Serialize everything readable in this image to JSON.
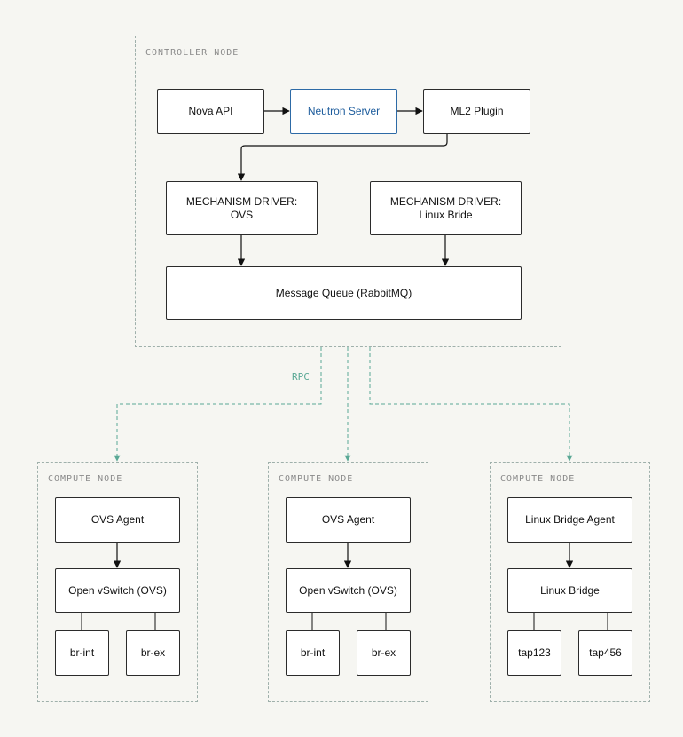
{
  "colors": {
    "background": "#f6f6f2",
    "region_border": "#9fb0ab",
    "rpc_link": "#5aa895",
    "highlight": "#2d6aa6",
    "box_border": "#2b2b2b"
  },
  "controller": {
    "label": "CONTROLLER NODE",
    "nova_api": "Nova API",
    "neutron_server": "Neutron Server",
    "ml2_plugin": "ML2 Plugin",
    "driver_ovs": {
      "line1": "MECHANISM DRIVER:",
      "line2": "OVS"
    },
    "driver_lb": {
      "line1": "MECHANISM DRIVER:",
      "line2": "Linux Bride"
    },
    "message_queue": "Message Queue (RabbitMQ)"
  },
  "rpc_label": "RPC",
  "compute_nodes": [
    {
      "label": "COMPUTE NODE",
      "agent": "OVS Agent",
      "switch": "Open vSwitch (OVS)",
      "port_a": "br-int",
      "port_b": "br-ex"
    },
    {
      "label": "COMPUTE NODE",
      "agent": "OVS Agent",
      "switch": "Open vSwitch (OVS)",
      "port_a": "br-int",
      "port_b": "br-ex"
    },
    {
      "label": "COMPUTE NODE",
      "agent": "Linux Bridge Agent",
      "switch": "Linux Bridge",
      "port_a": "tap123",
      "port_b": "tap456"
    }
  ]
}
